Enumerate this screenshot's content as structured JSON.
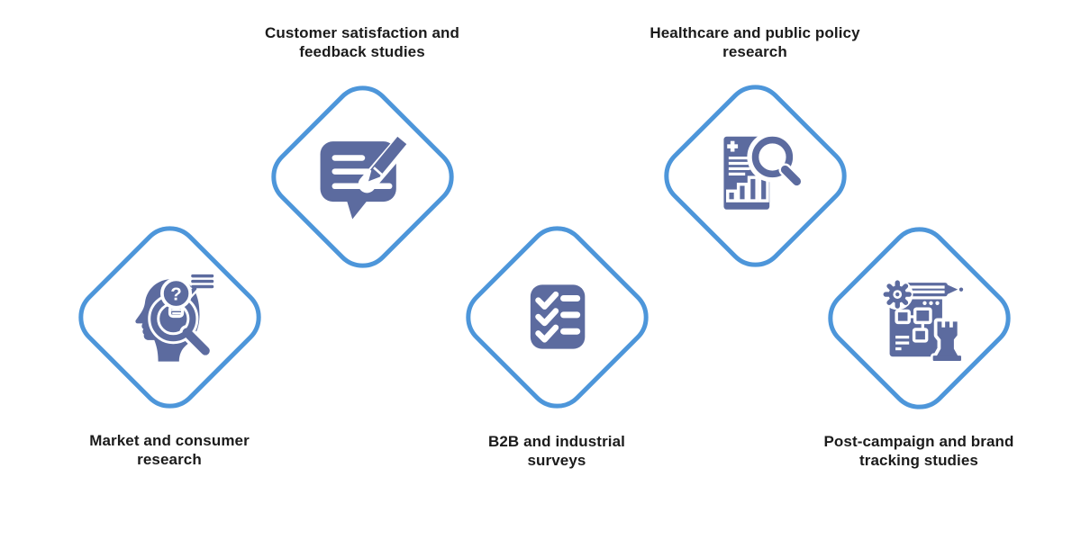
{
  "colors": {
    "background": "#ffffff",
    "diamond_border": "#4d96da",
    "icon_fill": "#5c6b9f",
    "label_text": "#1b1b1b"
  },
  "items": [
    {
      "label": "Market and consumer research",
      "icon": "head-lightbulb-magnifier-icon",
      "label_position": "below"
    },
    {
      "label": "Customer satisfaction and feedback studies",
      "icon": "speech-bubble-pen-icon",
      "label_position": "above"
    },
    {
      "label": "B2B and industrial surveys",
      "icon": "checklist-icon",
      "label_position": "below"
    },
    {
      "label": "Healthcare and public policy research",
      "icon": "report-magnifier-icon",
      "label_position": "above"
    },
    {
      "label": "Post-campaign and brand tracking studies",
      "icon": "campaign-window-gear-rook-icon",
      "label_position": "below"
    }
  ]
}
